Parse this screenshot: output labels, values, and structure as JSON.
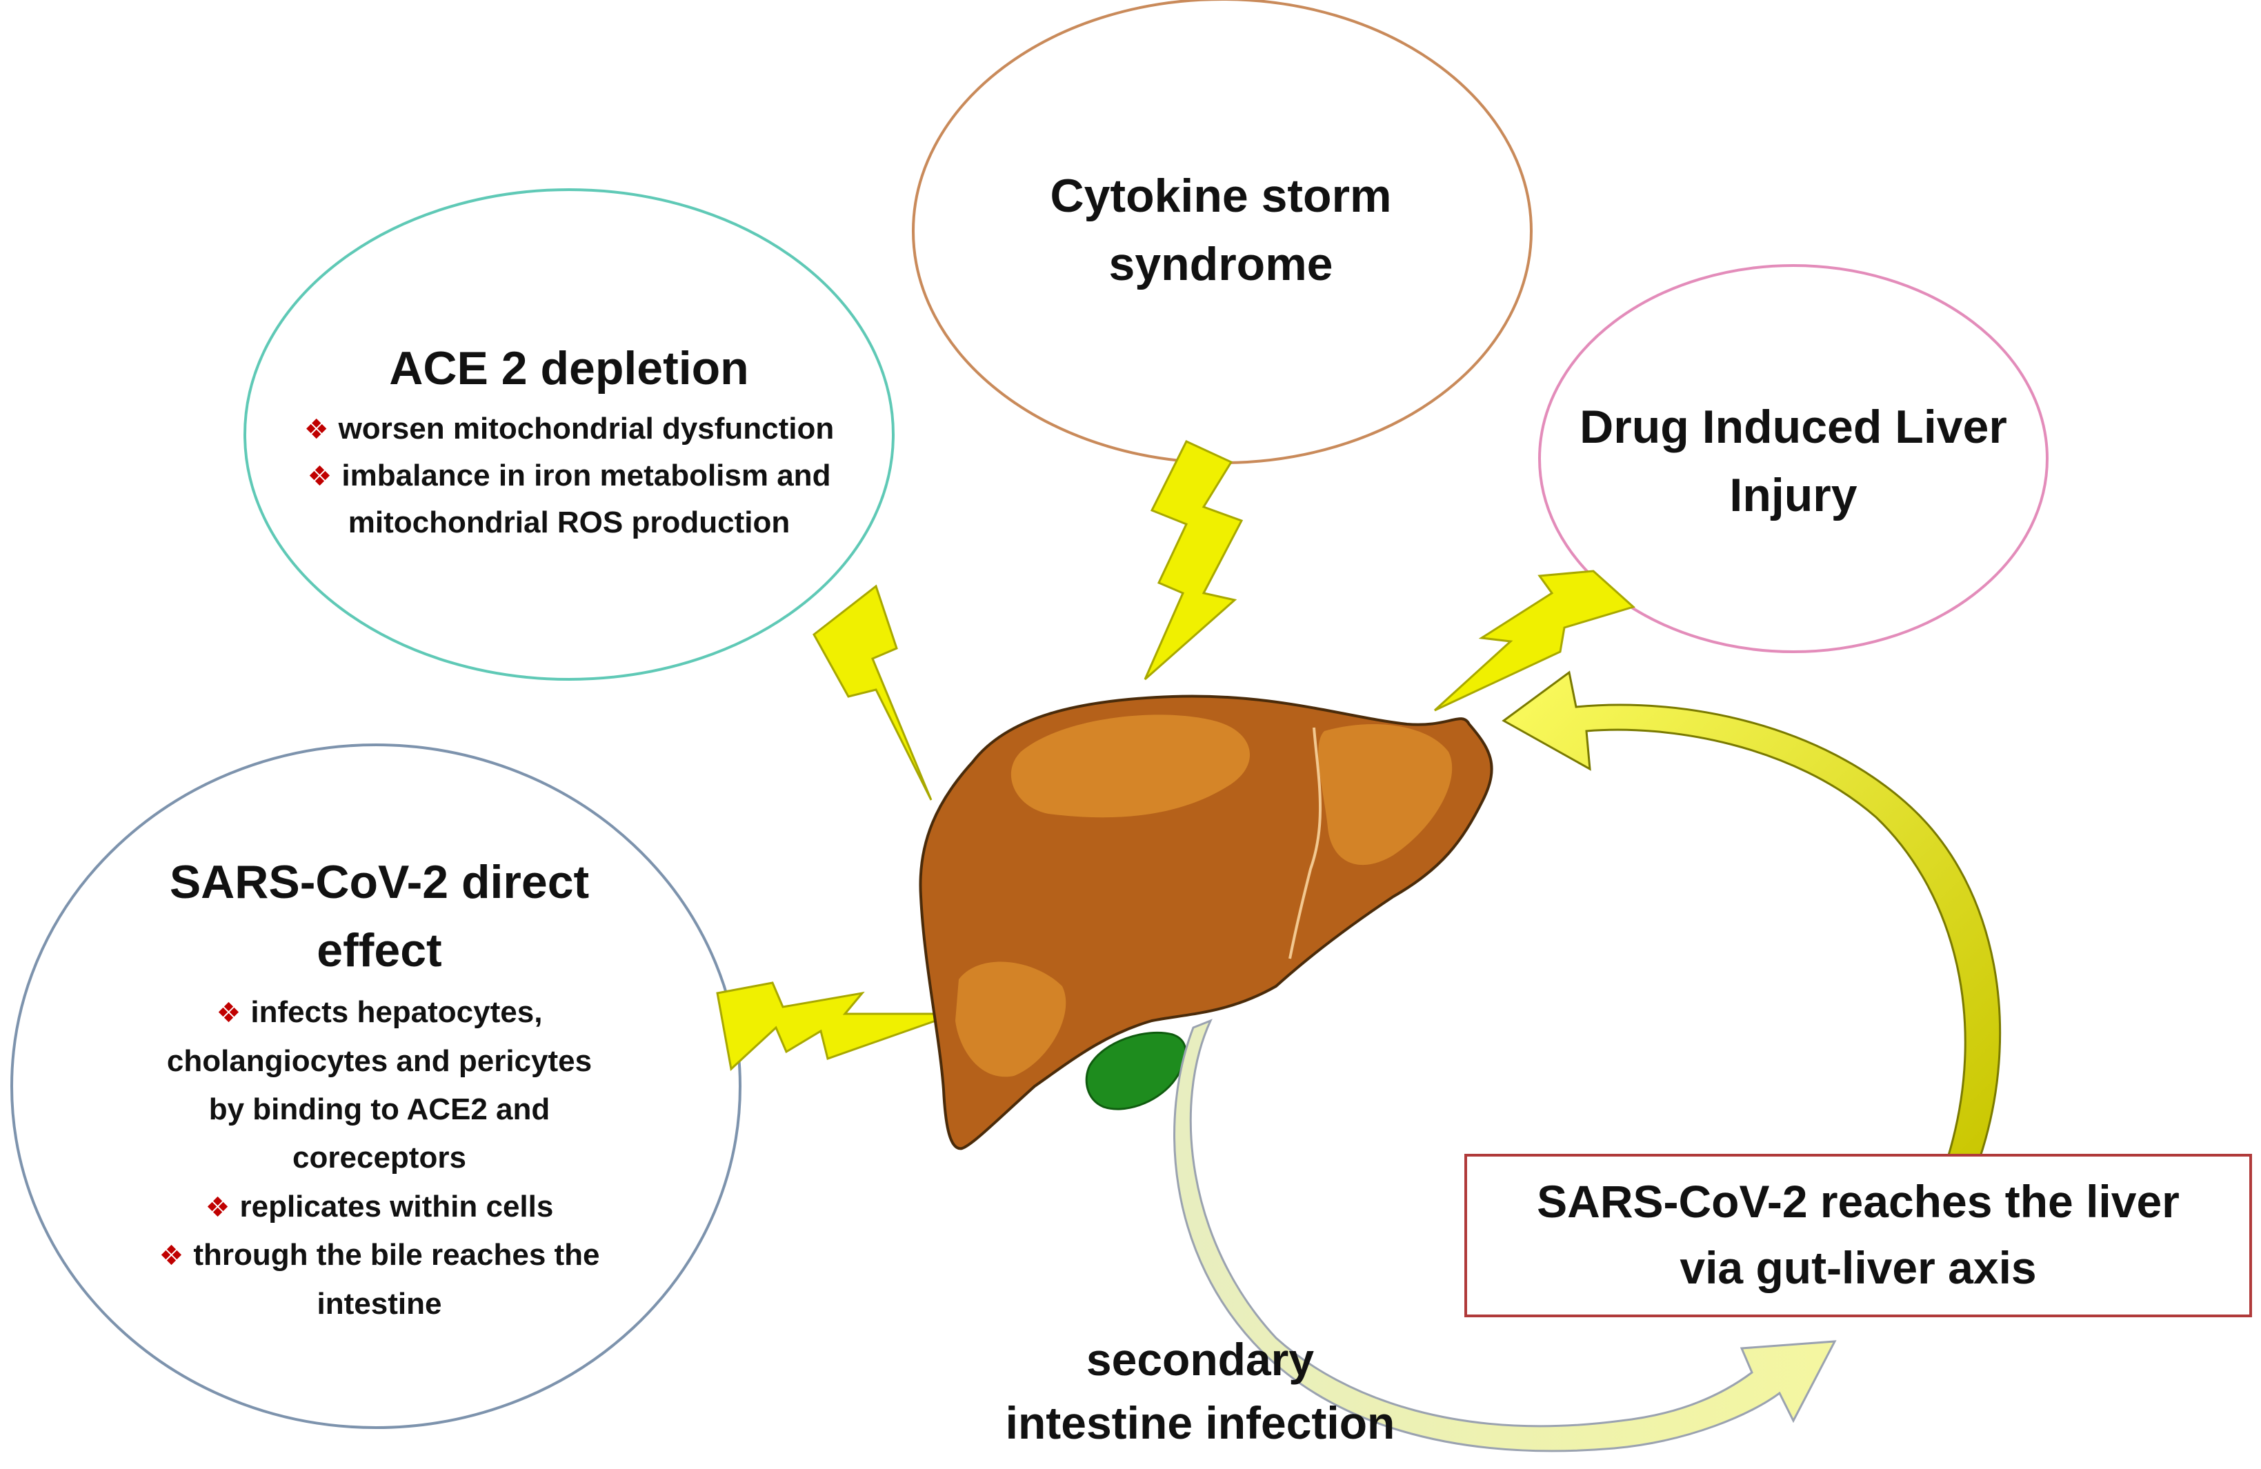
{
  "nodes": {
    "ace2": {
      "title": "ACE 2 depletion",
      "bullets": [
        "worsen mitochondrial dysfunction",
        "imbalance in iron metabolism and",
        "mitochondrial ROS production"
      ]
    },
    "cytokine": {
      "title_line1": "Cytokine storm",
      "title_line2": "syndrome"
    },
    "drug": {
      "title_line1": "Drug Induced Liver",
      "title_line2": "Injury"
    },
    "sars_direct": {
      "title_line1": "SARS-CoV-2 direct",
      "title_line2": "effect",
      "lines": [
        "infects hepatocytes,",
        "cholangiocytes and pericytes",
        "by binding to ACE2 and",
        "coreceptors",
        "replicates within cells",
        "through the bile reaches the",
        "intestine"
      ]
    },
    "gut_liver": {
      "line1": "SARS-CoV-2 reaches the liver",
      "line2": "via gut-liver axis"
    },
    "secondary": {
      "line1": "secondary",
      "line2": "intestine infection"
    }
  },
  "bullet_glyph": "❖",
  "colors": {
    "ace2_border": "#5fc9b6",
    "cytokine_border": "#c98a5a",
    "drug_border": "#e38cba",
    "sars_border": "#7d93ad",
    "gut_liver_border": "#b03a3a",
    "bolt_fill": "#f0f000",
    "liver_fill": "#b5611a",
    "gallbladder_fill": "#1e8c1e",
    "bullet_color": "#c00000"
  }
}
